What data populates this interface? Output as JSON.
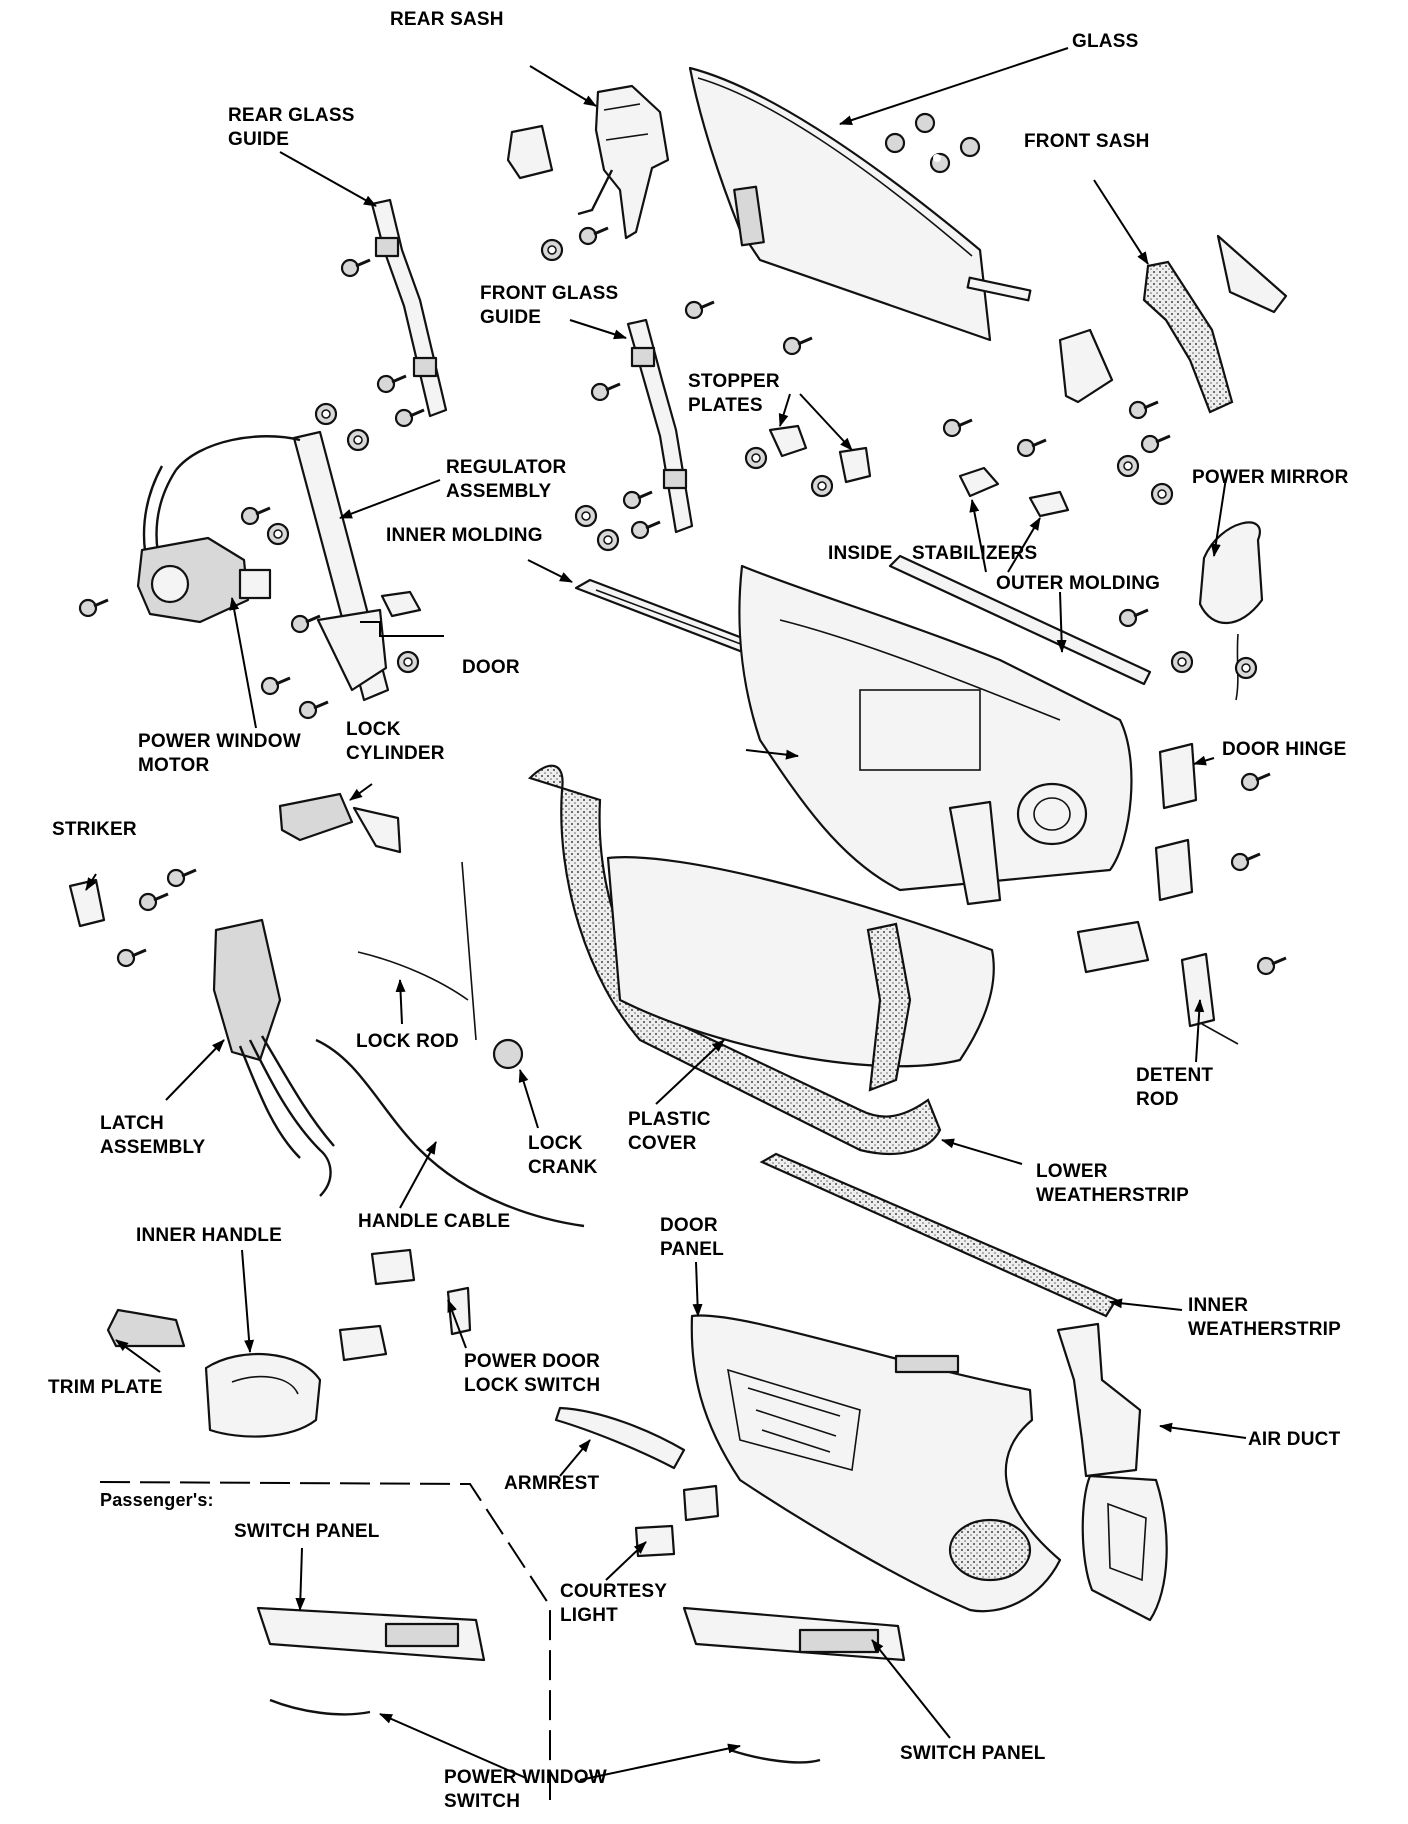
{
  "labels": {
    "rear_sash": "REAR SASH",
    "glass": "GLASS",
    "rear_glass_guide": "REAR GLASS\nGUIDE",
    "front_sash": "FRONT SASH",
    "front_glass_guide": "FRONT GLASS\nGUIDE",
    "stopper_plates": "STOPPER\nPLATES",
    "regulator_assembly": "REGULATOR\nASSEMBLY",
    "inner_molding": "INNER MOLDING",
    "inside": "INSIDE",
    "stabilizers": "STABILIZERS",
    "power_mirror": "POWER MIRROR",
    "outer_molding": "OUTER MOLDING",
    "door": "DOOR",
    "power_window_motor": "POWER WINDOW\nMOTOR",
    "lock_cylinder": "LOCK\nCYLINDER",
    "door_hinge": "DOOR HINGE",
    "striker": "STRIKER",
    "lock_rod": "LOCK ROD",
    "detent_rod": "DETENT\nROD",
    "latch_assembly": "LATCH\nASSEMBLY",
    "plastic_cover": "PLASTIC\nCOVER",
    "lock_crank": "LOCK\nCRANK",
    "lower_weatherstrip": "LOWER\nWEATHERSTRIP",
    "handle_cable": "HANDLE CABLE",
    "inner_handle": "INNER HANDLE",
    "door_panel": "DOOR\nPANEL",
    "inner_weatherstrip": "INNER\nWEATHERSTRIP",
    "trim_plate": "TRIM PLATE",
    "power_door_lock_switch": "POWER DOOR\nLOCK SWITCH",
    "air_duct": "AIR DUCT",
    "armrest": "ARMREST",
    "passengers": "Passenger's:",
    "switch_panel_passenger": "SWITCH PANEL",
    "courtesy_light": "COURTESY\nLIGHT",
    "power_window_switch": "POWER WINDOW\nSWITCH",
    "switch_panel_driver": "SWITCH PANEL"
  }
}
